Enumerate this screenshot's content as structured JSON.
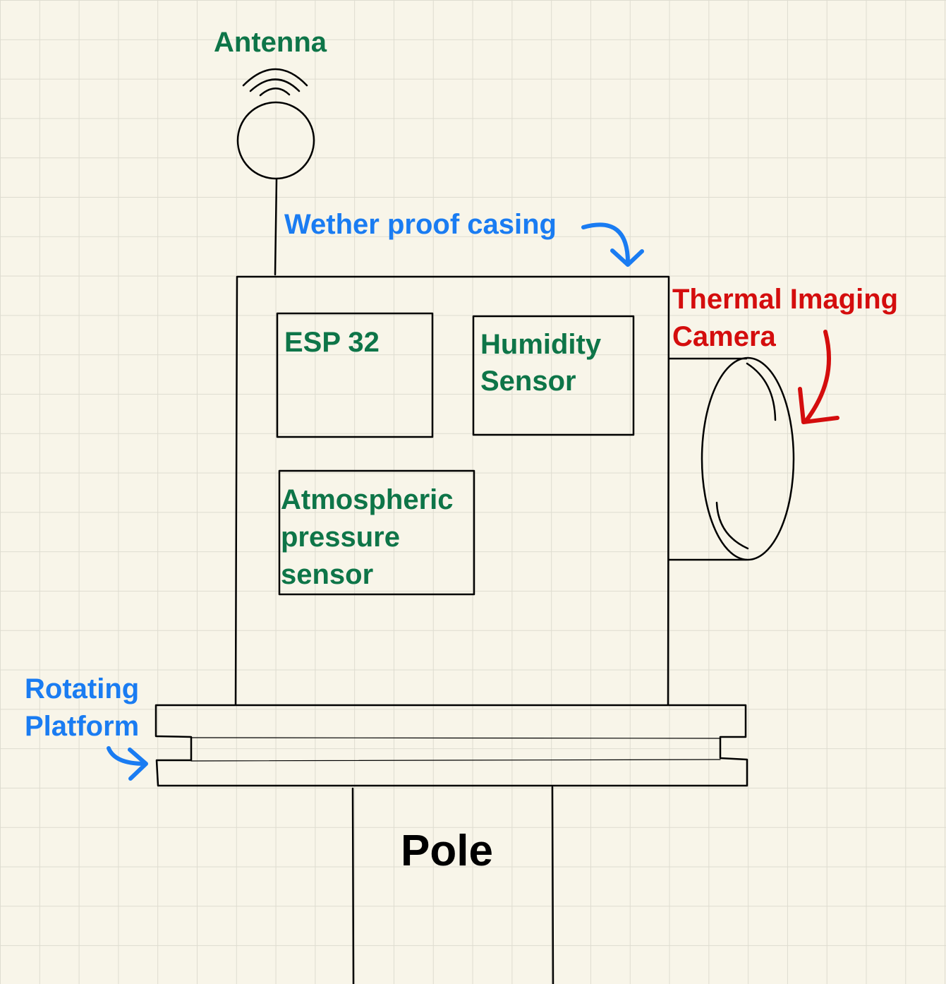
{
  "labels": {
    "antenna": "Antenna",
    "casing": "Wether proof casing",
    "thermal_camera": [
      "Thermal Imaging",
      "Camera"
    ],
    "esp32": "ESP 32",
    "humidity_sensor": [
      "Humidity",
      "Sensor"
    ],
    "pressure_sensor": [
      "Atmospheric",
      "pressure",
      "sensor"
    ],
    "rotating_platform": [
      "Rotating",
      "Platform"
    ],
    "pole": "Pole"
  },
  "colors": {
    "green": "#0e7548",
    "blue": "#1a7cf2",
    "red": "#d40d0d",
    "black": "#000000",
    "paper": "#f8f5e9",
    "grid": "#dedcd0"
  }
}
